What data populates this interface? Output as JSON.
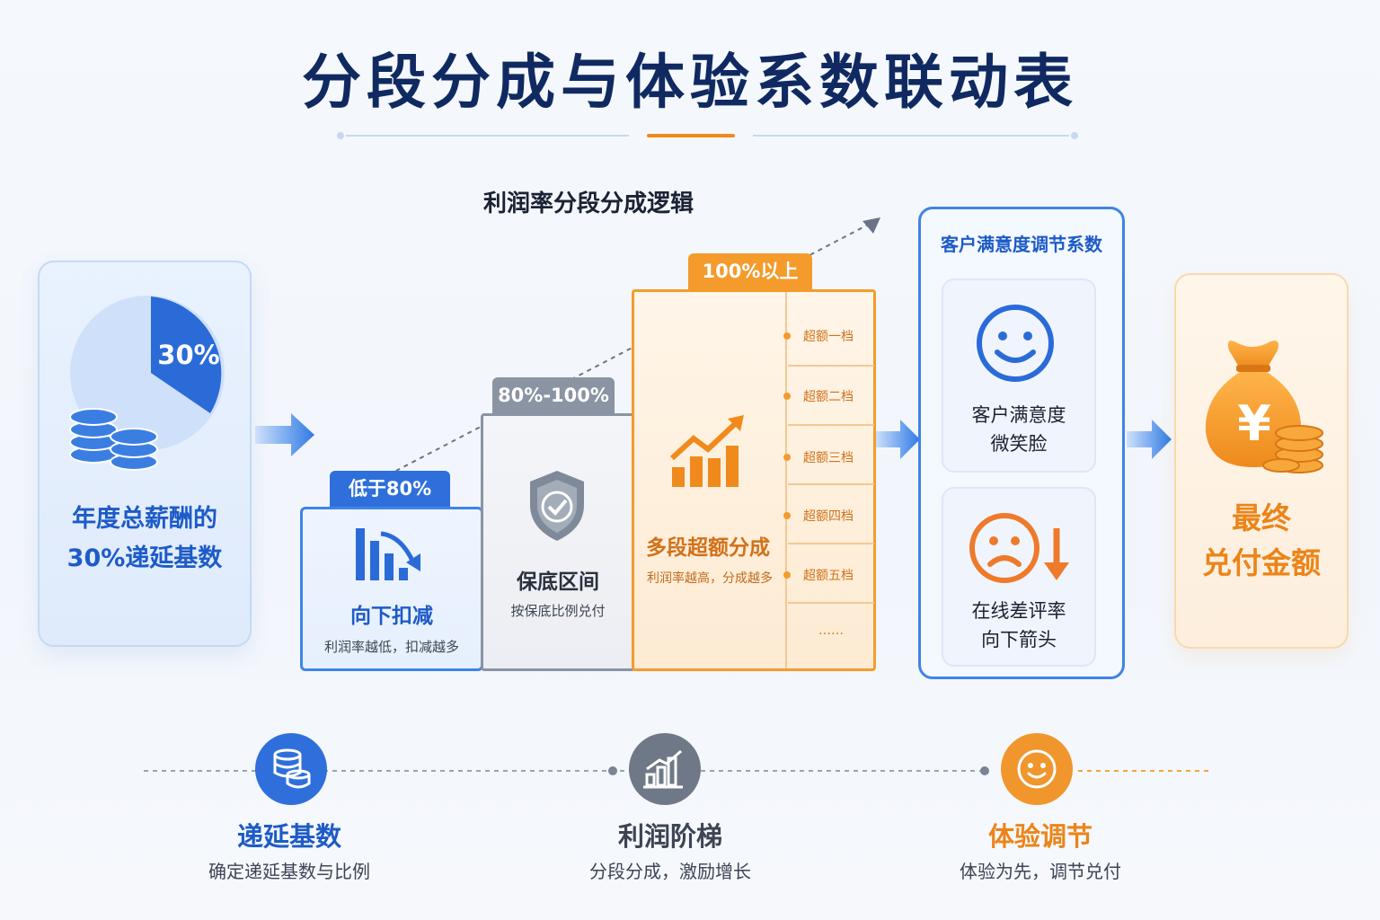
{
  "title": "分段分成与体验系数联动表",
  "section_title": "利润率分段分成逻辑",
  "base": {
    "pie_percent": "30%",
    "line1": "年度总薪酬的",
    "line2": "30%递延基数"
  },
  "steps": [
    {
      "range": "低于80%",
      "title": "向下扣减",
      "desc": "利润率越低，扣减越多"
    },
    {
      "range": "80%-100%",
      "title": "保底区间",
      "desc": "按保底比例兑付"
    },
    {
      "range": "100%以上",
      "title": "多段超额分成",
      "desc": "利润率越高，分成越多"
    }
  ],
  "tiers": [
    "超额一档",
    "超额二档",
    "超额三档",
    "超额四档",
    "超额五档",
    "……"
  ],
  "coefficient": {
    "title": "客户满意度调节系数",
    "smile_line1": "客户满意度",
    "smile_line2": "微笑脸",
    "frown_line1": "在线差评率",
    "frown_line2": "向下箭头"
  },
  "final": {
    "line1": "最终",
    "line2": "兑付金额"
  },
  "bottom": [
    {
      "title": "递延基数",
      "desc": "确定递延基数与比例"
    },
    {
      "title": "利润阶梯",
      "desc": "分段分成，激励增长"
    },
    {
      "title": "体验调节",
      "desc": "体验为先，调节兑付"
    }
  ],
  "colors": {
    "navy": "#102a61",
    "blue": "#2f6fdb",
    "gray": "#8a94a2",
    "orange": "#f49b2c"
  }
}
